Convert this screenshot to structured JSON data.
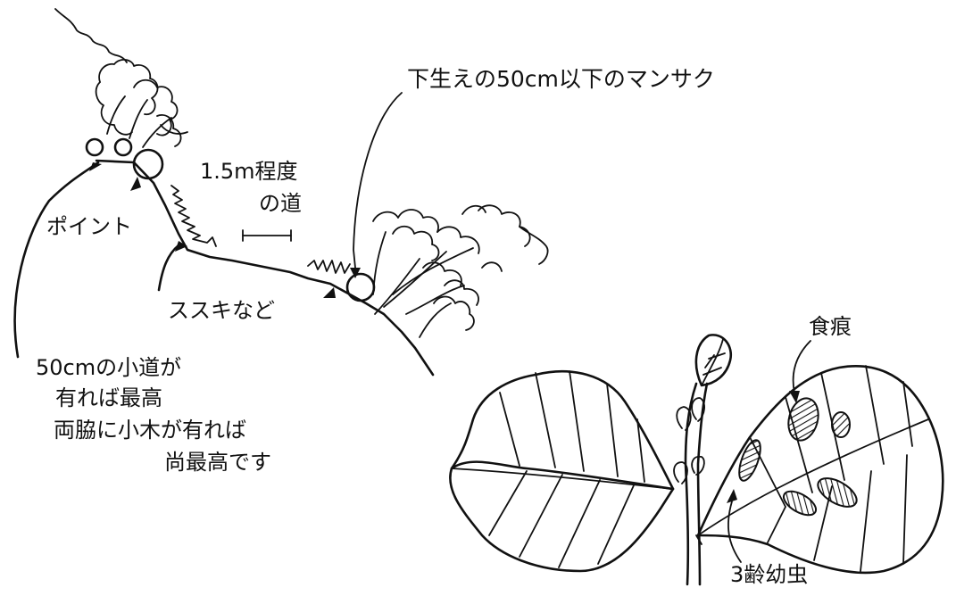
{
  "labels": {
    "undergrowth": "下生えの50cm以下のマンサク",
    "path_width_line1": "1.5m程度",
    "path_width_line2": "の道",
    "point": "ポイント",
    "susuki": "ススキなど",
    "trail_line1": "50cmの小道が",
    "trail_line2": "有れば最高",
    "trail_line3": "両脇に小木が有れば",
    "trail_line4": "尚最高です",
    "feeding_marks": "食痕",
    "larva": "3齢幼虫"
  }
}
